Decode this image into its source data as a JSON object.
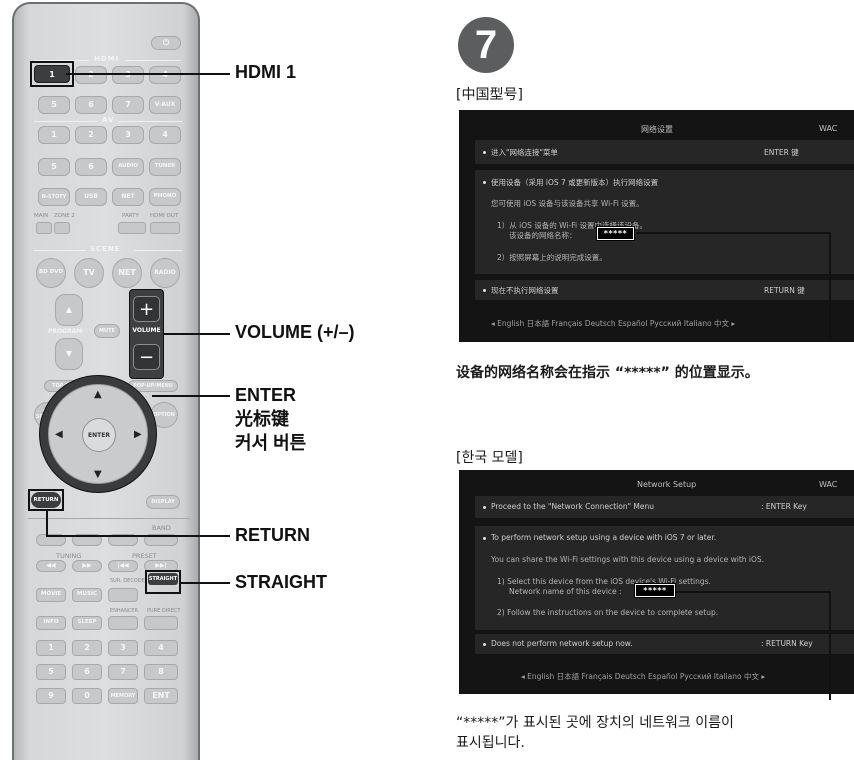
{
  "remote": {
    "hdmi_section": "HDMI",
    "av_section": "AV",
    "scene_section": "SCENE",
    "band_section": "BAND",
    "tuning_section": "TUNING",
    "preset_section": "PRESET",
    "hdmi_buttons": [
      "1",
      "2",
      "3",
      "4",
      "5",
      "6",
      "7",
      "V-AUX"
    ],
    "av_buttons": [
      "1",
      "2",
      "3",
      "4",
      "5",
      "6",
      "AUDIO",
      "TUNER"
    ],
    "source_buttons": [
      "N-STOTY",
      "USB",
      "NET",
      "PHONO"
    ],
    "zone_labels": [
      "MAIN",
      "ZONE 2",
      "PARTY",
      "HDMI OUT"
    ],
    "scene_buttons": [
      "BD DVD",
      "TV",
      "NET",
      "RADIO"
    ],
    "program_label": "PROGRAM",
    "mute_label": "MUTE",
    "volume_label": "VOLUME",
    "top_menu": "TOP MENU",
    "popup_menu": "POP-UP/MENU",
    "on_screen": "ON SCREEN",
    "option": "OPTION",
    "enter": "ENTER",
    "return": "RETURN",
    "display": "DISPLAY",
    "mode_buttons": [
      "MOVIE",
      "MUSIC"
    ],
    "sur_decode": "SUR. DECODE",
    "straight": "STRAIGHT",
    "enhancer": "ENHANCER",
    "pure_direct": "PURE DIRECT",
    "info": "INFO",
    "sleep": "SLEEP",
    "number_rows": [
      [
        "1",
        "2",
        "3",
        "4"
      ],
      [
        "5",
        "6",
        "7",
        "8"
      ],
      [
        "9",
        "0",
        "MEMORY",
        "ENT"
      ]
    ]
  },
  "callouts": {
    "hdmi1": "HDMI 1",
    "volume": "VOLUME (+/–)",
    "enter_lines": [
      "ENTER",
      "光标键",
      "커서 버튼"
    ],
    "return": "RETURN",
    "straight": "STRAIGHT"
  },
  "step_number": "7",
  "china_section": {
    "heading": "[中国型号]",
    "screen": {
      "title": "网络设置",
      "corner": "WAC",
      "item1": "进入\"网络连接\"菜单",
      "item1_key": "ENTER 键",
      "item2": "使用设备（采用 iOS 7 或更新版本）执行网络设置",
      "item2_desc": "您可使用 iOS 设备与该设备共享 Wi-Fi 设置。",
      "step1a": "1）从 iOS 设备的 Wi-Fi 设置中选择该设备。",
      "step1b": "该设备的网络名称：",
      "step2": "2）按照屏幕上的说明完成设置。",
      "item3": "现在不执行网络设置",
      "item3_key": "RETURN 键",
      "stars": "*****",
      "languages": "◂  English  日本語  Français  Deutsch  Español  Русский  Italiano  中文  ▸"
    },
    "caption": "设备的网络名称会在指示 “*****” 的位置显示。"
  },
  "korea_section": {
    "heading": "[한국 모델]",
    "screen": {
      "title": "Network Setup",
      "corner": "WAC",
      "item1": "Proceed to the \"Network Connection\" Menu",
      "item1_key": ": ENTER Key",
      "item2": "To perform network setup using a device with iOS 7 or later.",
      "item2_desc": "You can share the Wi-Fi settings with this device using a device with iOS.",
      "step1a": "1)  Select this device from the iOS device's Wi-Fi settings.",
      "step1b": "Network name of this device :",
      "step2": "2)  Follow the instructions on the device to complete setup.",
      "item3": "Does not perform network setup now.",
      "item3_key": ": RETURN Key",
      "stars": "*****",
      "languages": "◂   English  日本語  Français  Deutsch  Español  Русский  Italiano  中文   ▸"
    },
    "caption_lines": [
      "“*****”가 표시된 곳에 장치의 네트워크 이름이",
      "표시됩니다."
    ]
  }
}
